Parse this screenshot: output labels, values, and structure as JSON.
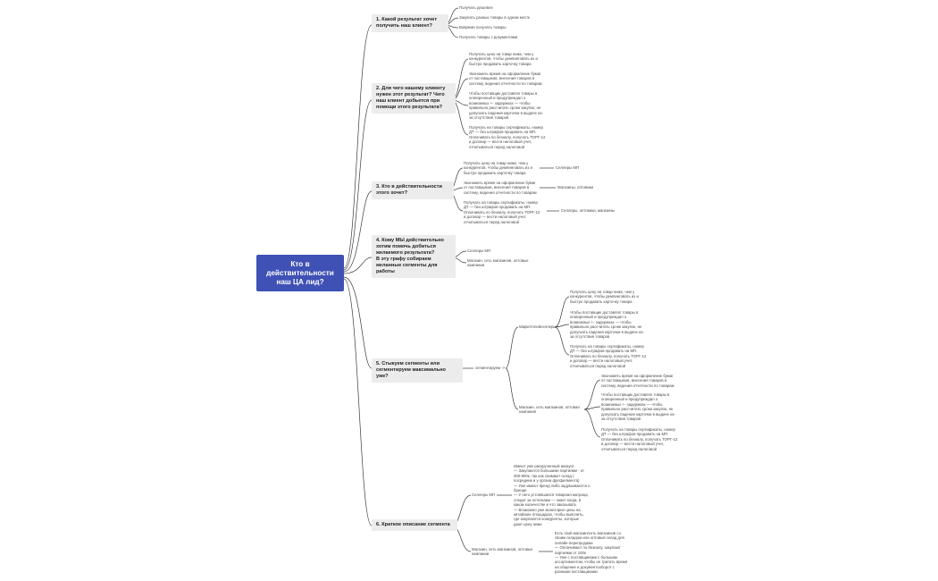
{
  "root": {
    "title": "Кто в\nдействительности\nнаш ЦА лид?"
  },
  "sections": [
    {
      "label": "1. Какой результат хочет\nполучить наш клиент?",
      "items": [
        "Получать дешевле",
        "Закупать разные товары в одном месте",
        "Вовремя получать товары",
        "Получать товары с документами"
      ]
    },
    {
      "label": "2. Для чего нашему клиенту\nнужен этот результат? Чего\nнаш клиент добьется при\nпомощи этого результата?",
      "items": [
        "Получать цену на товар ниже, чем у\nконкурентов, чтобы демпинговать из и\nбыстро продавать карточку товара",
        "Экономить время на оформление бумаг\nот поставщиков, внесения товаров в\nсистему, ведения отчетности по товарам",
        "Чтобы поставщик доставлял товары в\nоговоренный и предупреждал о\nвозможных +- задержках — чтобы\nправильно рассчитать сроки закупок, не\nдопускать падения карточки в выдаче из-\nза отсутствия товаров",
        "Получать на товары сертификаты, номер\nДТ — без штрафов продавать на МП.\nОплачивать по безналу, получать ТОРГ-12\nи договор — вести налоговый учет,\nотчитываться перед налоговой"
      ]
    },
    {
      "label": "3. Кто в действительности\nэтого хочет?",
      "items": [
        {
          "text": "Получать цену на товар ниже, чем у\nконкурентов, чтобы демпинговать из и\nбыстро продавать карточку товара",
          "who": "Селлеры МП"
        },
        {
          "text": "Экономить время на оформление бумаг\nот поставщиков, внесения товаров в\nсистему, ведения отчетности по товарам",
          "who": "Магазины, оптовики"
        },
        {
          "text": "Получать на товары сертификаты, номер\nДТ — без штрафов продавать на МП.\nОплачивать по безналу, получать ТОРГ-12\nи договор — вести налоговый учет,\nотчитываться перед налоговой",
          "who": "Селлеры, оптовики, магазины"
        }
      ]
    },
    {
      "label": "4. Кому МЫ действительно\nхотим помочь добиться\nжелаемого результата?\n В эту графу собираем\nжеланные сегменты для\nработы",
      "items": [
        "Селлеры МП",
        "Магазин, сеть магазинов, оптовые\nкомпании"
      ]
    },
    {
      "label": "5. Стыкуем сегменты или\nсегментируем максимально\nуже?",
      "mid": "сегментируем ->",
      "groups": [
        {
          "name": "Маркетплейселлеры",
          "items": [
            "Получать цену на товар ниже, чем у\nконкурентов, чтобы демпинговать из и\nбыстро продавать карточку товара",
            "Чтобы поставщик доставлял товары в\nоговоренный и предупреждал о\nвозможных +- задержках — чтобы\nправильно рассчитать сроки закупок, не\nдопускать падения карточки в выдаче из-\nза отсутствия товаров",
            "Получать на товары сертификаты, номер\nДТ — без штрафов продавать на МП.\nОплачивать по безналу, получать ТОРГ-12\nи договор — вести налоговый учет,\nотчитываться перед налоговой"
          ]
        },
        {
          "name": "Магазин, сеть магазинов, оптовая\nкомпания",
          "items": [
            "Экономить время на оформление бумаг\nот поставщиков, внесения товаров в\nсистему, ведения отчетности по товарам",
            "Чтобы поставщик доставлял товары в\nоговоренный и предупреждал о\nвозможных +- задержках — чтобы\nправильно рассчитать сроки закупок, не\nдопускать падения карточки в выдаче из-\nза отсутствия товаров",
            "Получать на товары сертификаты, номер\nДТ — без штрафов продавать на МП.\nОплачивать по безналу, получать ТОРГ-12\nи договор — вести налоговый учет,\nотчитываться перед налоговой"
          ]
        }
      ]
    },
    {
      "label": "6. Краткое описание сегмента",
      "groups": [
        {
          "name": "Селлеры МП",
          "text": "Имеют уже раскрученный аккаунт.\n— Закупаются большими партиями - от\n300-800к, так как снимают склад (\nпосредник и у органа фулфилмента)\n— Уже имеют бренд либо задумываются о\nбренде\n— У него устоявшаяся товарная матрица,\nследит за остатками — знает когда, в\nкаком количестве и что заказывать\n— Возможно уже мониторил цены на\nкитайских площадках, чтобы выяснить,\nгде закупаются конкуренты, которые\nдают цену ниже"
        },
        {
          "name": "Магазин, сеть магазинов, оптовые\nкомпании",
          "text": "Есть свой магазин/сеть магазинов со\nсвоим складом или оптовый склад для\nонлайн-перепродажи\n— Оплачивают по безналу, закупают\nпартиями от 100к\n— Уже с поставщиками с большим\nассортиментом, чтобы не тратить время\nна общение и документооборот с\nразными поставщиками"
        }
      ]
    }
  ]
}
